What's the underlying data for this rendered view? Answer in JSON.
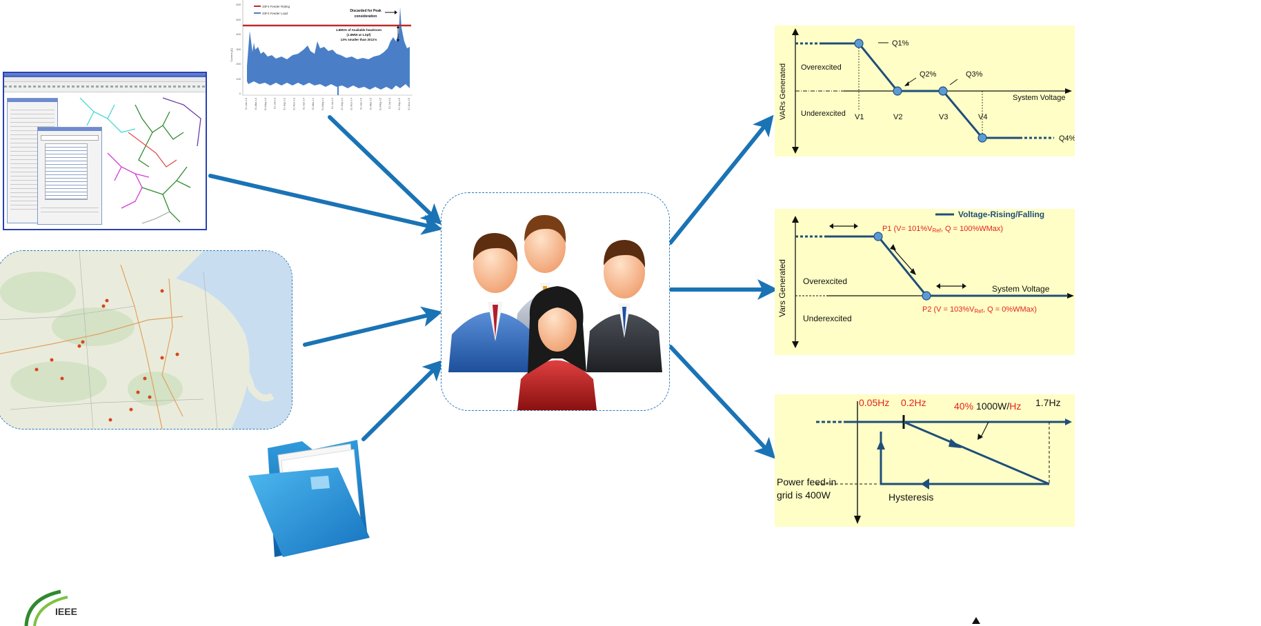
{
  "load_chart": {
    "legend": [
      "33F4 Feeder Rating",
      "33F4 Feeder Load"
    ],
    "annotation_discard": [
      "Discarded for Peak",
      "consideration"
    ],
    "annotation_headroom": [
      "1.8MVA of Available headroom",
      "(1.8MW at 1.0pf)",
      "13% smaller than 2013's"
    ],
    "ylabel": "Current [A]",
    "y_ticks": [
      "0",
      "100",
      "200",
      "300",
      "400",
      "500",
      "600"
    ],
    "x_ticks": [
      "01-Jan-13",
      "01-Mar-13",
      "01-May-13",
      "01-Jul-13",
      "01-Sep-13",
      "01-Nov-13",
      "01-Jan-14",
      "01-Mar-14",
      "01-May-14",
      "01-Jul-14",
      "01-Sep-14",
      "01-Nov-14",
      "01-Jan-15",
      "01-Mar-15",
      "01-May-15",
      "01-Jul-15",
      "01-Sep-15",
      "01-Nov-15"
    ],
    "colors": {
      "rating": "#c0282a",
      "load": "#4a7fc8"
    }
  },
  "volt_var": {
    "ylabel": "VARs Generated",
    "over": "Overexcited",
    "under": "Underexcited",
    "xlabel": "System Voltage",
    "points": [
      "Q1%",
      "Q2%",
      "Q3%",
      "Q4%"
    ],
    "voltages": [
      "V1",
      "V2",
      "V3",
      "V4"
    ]
  },
  "volt_var2": {
    "legend": "Voltage-Rising/Falling",
    "ylabel": "Vars Generated",
    "over": "Overexcited",
    "under": "Underexcited",
    "xlabel": "System Voltage",
    "p1": {
      "a": "P1 (V= 101%V",
      "sub": "Ref",
      "b": ", Q = 100%WMax)"
    },
    "p2": {
      "a": "P2 (V = 103%V",
      "sub": "Ref",
      "b": ", Q = 0%WMax)"
    }
  },
  "freq_watt": {
    "f1": "0.05Hz",
    "f2": "0.2Hz",
    "pct": "40%",
    "slope_black": "1000W/",
    "slope_red": "Hz",
    "f3": "1.7Hz",
    "feed_line1": "Power feed-in",
    "feed_line2": "grid is 400W",
    "hysteresis": "Hysteresis"
  },
  "logo_text": "IEEE",
  "colors": {
    "arrow": "#1a73b5",
    "curve": "#1f4e7a",
    "panel": "#fefec6",
    "dash_border": "#2a78bf",
    "red": "#e8201a"
  }
}
